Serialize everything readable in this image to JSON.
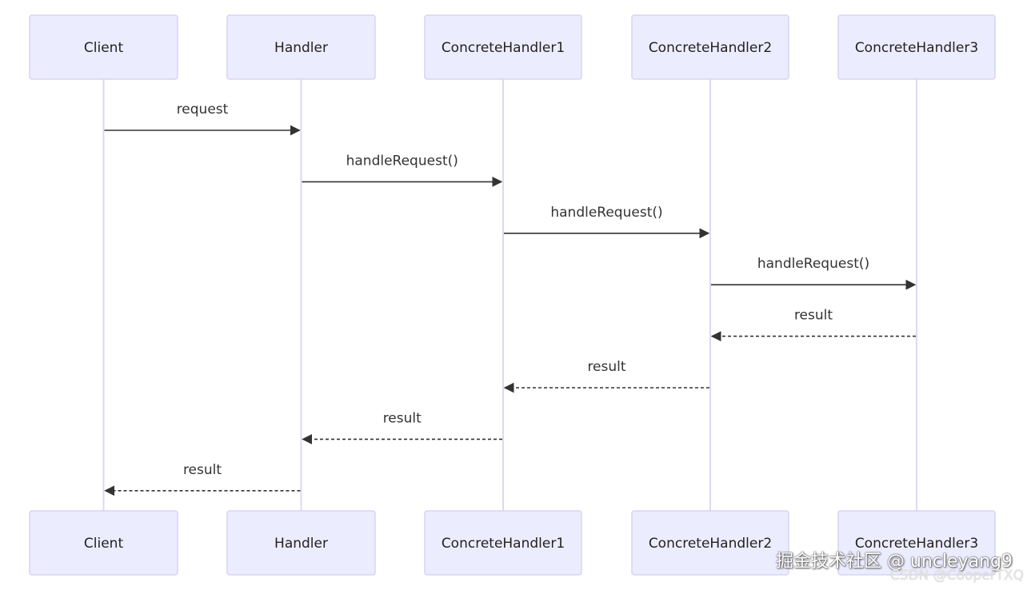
{
  "actors": [
    "Client",
    "Handler",
    "ConcreteHandler1",
    "ConcreteHandler2",
    "ConcreteHandler3"
  ],
  "messages": [
    {
      "from": 0,
      "to": 1,
      "label": "request",
      "style": "solid"
    },
    {
      "from": 1,
      "to": 2,
      "label": "handleRequest()",
      "style": "solid"
    },
    {
      "from": 2,
      "to": 3,
      "label": "handleRequest()",
      "style": "solid"
    },
    {
      "from": 3,
      "to": 4,
      "label": "handleRequest()",
      "style": "solid"
    },
    {
      "from": 4,
      "to": 3,
      "label": "result",
      "style": "dashed"
    },
    {
      "from": 3,
      "to": 2,
      "label": "result",
      "style": "dashed"
    },
    {
      "from": 2,
      "to": 1,
      "label": "result",
      "style": "dashed"
    },
    {
      "from": 1,
      "to": 0,
      "label": "result",
      "style": "dashed"
    }
  ],
  "colors": {
    "actor_fill": "#ececff",
    "actor_border": "#d7d3f3",
    "lifeline": "#dcd8f4",
    "message": "#333333"
  },
  "watermark": {
    "line1": "掘金技术社区 @ uncleyang9",
    "line2": "CSDN @CooperTXQ"
  }
}
